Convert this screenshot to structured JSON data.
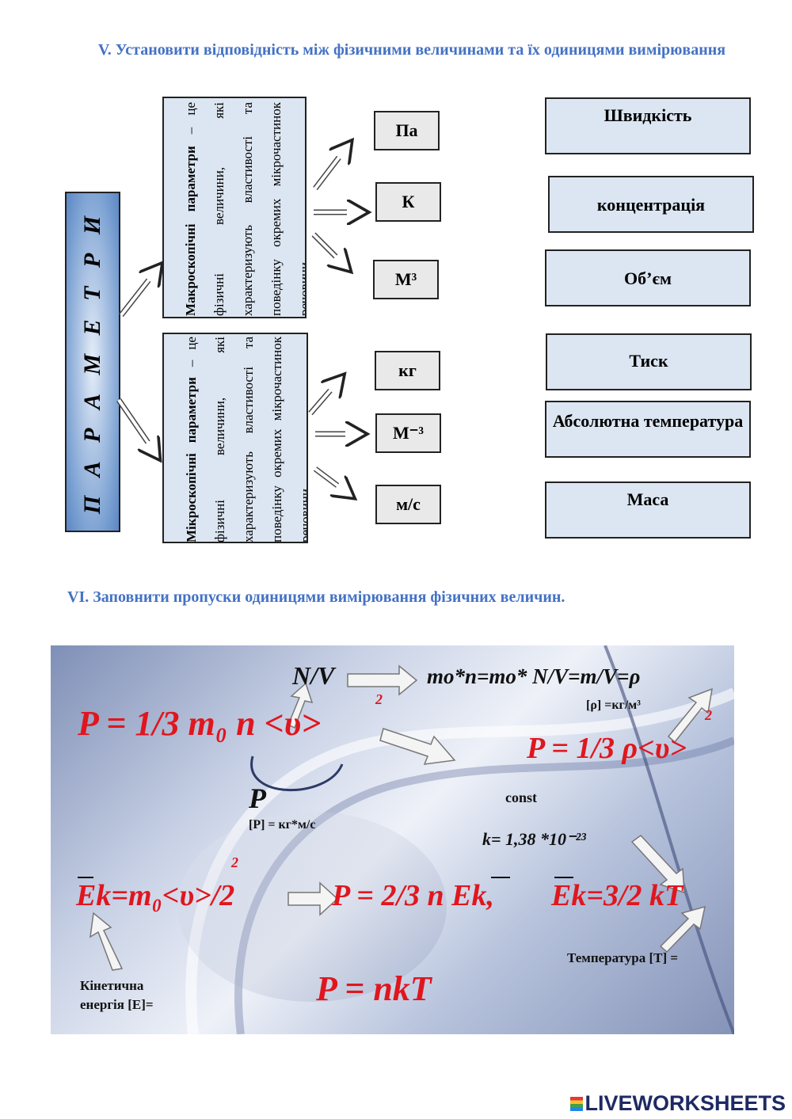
{
  "section5": {
    "title": "V.   Установити відповідність між фізичними величинами та їх одиницями вимірювання"
  },
  "parameters_label": "П А Р А М Е Т Р И",
  "macro": {
    "heading": "Макроскопічні параметри",
    "text": " – це фізичні величини, які характеризують властивості та поведінку окремих мікрочастинок речовини."
  },
  "micro": {
    "heading": "Мікроскопічні параметри",
    "text": " – це фізичні величини, які характеризують властивості та поведінку окремих мікрочастинок речовини"
  },
  "units": [
    "Па",
    "К",
    "М³",
    "кг",
    "М⁻³",
    "м/с"
  ],
  "quantities": [
    "Швидкість",
    "концентрація",
    "Об’єм",
    "Тиск",
    "Абсолютна температура",
    "Маса"
  ],
  "section6": {
    "title": "VI.   Заповнити пропуски одиницями вимірювання фізичних величин."
  },
  "formulas": {
    "nv": "N/V",
    "rho_chain": "mo*n=mo* N/V=m/V=ρ",
    "rho_unit": "[ρ] =кг/м³",
    "p_main": "P = 1/3 m₀ n <υ>",
    "sq1": "2",
    "sq2": "2",
    "sq3": "2",
    "p_rho": "P = 1/3 ρ<υ>",
    "p_letter": "P",
    "p_unit": "[P]  = кг*м/с",
    "const": "const",
    "k_value": "k= 1,38 *10⁻²³",
    "ek": "Ek=m₀<υ>/2",
    "p_ek": "P = 2/3 n Ek,",
    "ek_kt": "Ek=3/2 kT",
    "temp_label": "Температура [T] =",
    "kin_label_1": "Кінетична",
    "kin_label_2": "енергія [E]=",
    "pnkt": "P = nkT"
  },
  "brand": {
    "name": "LIVEWORKSHEETS",
    "colors": [
      "#e53935",
      "#fbc02d",
      "#43a047",
      "#1e88e5"
    ]
  }
}
